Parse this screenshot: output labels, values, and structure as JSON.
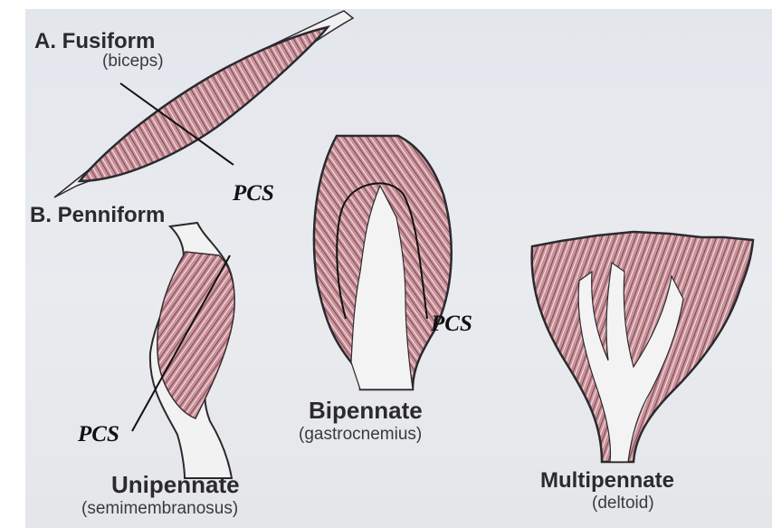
{
  "labels": {
    "fusiform_title": "A. Fusiform",
    "fusiform_example": "(biceps)",
    "penniform_title": "B. Penniform",
    "unipennate_title": "Unipennate",
    "unipennate_example": "(semimembranosus)",
    "bipennate_title": "Bipennate",
    "bipennate_example": "(gastrocnemius)",
    "multipennate_title": "Multipennate",
    "multipennate_example": "(deltoid)"
  },
  "annotations": {
    "pcs_fusiform": "PCS",
    "pcs_bipennate": "PCS",
    "pcs_unipennate": "PCS"
  },
  "colors": {
    "muscle": "#c9929a",
    "muscle_dark": "#8a4f58",
    "outline": "#2a2a2e",
    "tendon": "#f3f3f3",
    "background": "#e6e8ec"
  }
}
